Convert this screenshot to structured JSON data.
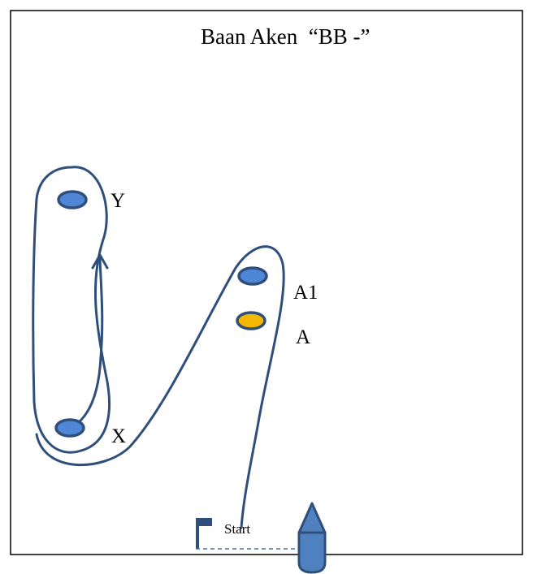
{
  "title": "Baan Aken  “BB -”",
  "colors": {
    "frame": "#000000",
    "course_line": "#2F4F7A",
    "buoy_blue": "#4F86D6",
    "buoy_yellow": "#F5B800",
    "buoy_outline": "#2F4F7A",
    "boat_fill": "#4F80C0",
    "start_line": "#4A72A8"
  },
  "marks": {
    "y": {
      "label": "Y",
      "color": "buoy_blue"
    },
    "a1": {
      "label": "A1",
      "color": "buoy_blue"
    },
    "a": {
      "label": "A",
      "color": "buoy_yellow"
    },
    "x": {
      "label": "X",
      "color": "buoy_blue"
    }
  },
  "start": {
    "label": "Start",
    "flag_icon": "start-flag-icon",
    "boat_icon": "committee-boat-icon"
  }
}
